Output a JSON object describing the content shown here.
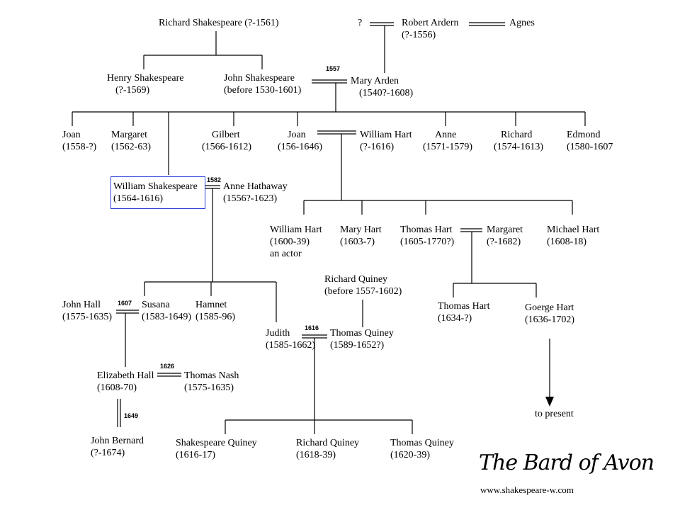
{
  "people": {
    "richard_shakespeare": {
      "name": "Richard Shakespeare (?-1561)",
      "dates": ""
    },
    "unknown": {
      "name": "?",
      "dates": ""
    },
    "robert_arden": {
      "name": "Robert Ardern",
      "dates": "(?-1556)"
    },
    "agnes": {
      "name": "Agnes",
      "dates": ""
    },
    "henry_shakespeare": {
      "name": "Henry Shakespeare",
      "dates": "(?-1569)"
    },
    "john_shakespeare": {
      "name": "John Shakespeare",
      "dates": "(before 1530-1601)"
    },
    "mary_arden": {
      "name": "Mary Arden",
      "dates": "(1540?-1608)"
    },
    "joan_1": {
      "name": "Joan",
      "dates": "(1558-?)"
    },
    "margaret_1": {
      "name": "Margaret",
      "dates": "(1562-63)"
    },
    "gilbert": {
      "name": "Gilbert",
      "dates": "(1566-1612)"
    },
    "joan_2": {
      "name": "Joan",
      "dates": "(156-1646)"
    },
    "william_hart": {
      "name": "William Hart",
      "dates": "(?-1616)"
    },
    "anne": {
      "name": "Anne",
      "dates": "(1571-1579)"
    },
    "richard": {
      "name": "Richard",
      "dates": "(1574-1613)"
    },
    "edmond": {
      "name": "Edmond",
      "dates": "(1580-1607"
    },
    "william_shakespeare": {
      "name": "William  Shakespeare",
      "dates": "(1564-1616)"
    },
    "anne_hathaway": {
      "name": "Anne Hathaway",
      "dates": "(1556?-1623)"
    },
    "william_hart_jr": {
      "name": "William Hart",
      "dates": "(1600-39)",
      "note": "an actor"
    },
    "mary_hart": {
      "name": "Mary Hart",
      "dates": "(1603-7)"
    },
    "thomas_hart": {
      "name": "Thomas Hart",
      "dates": "(1605-1770?)"
    },
    "margaret_2": {
      "name": "Margaret",
      "dates": "(?-1682)"
    },
    "michael_hart": {
      "name": "Michael Hart",
      "dates": "(1608-18)"
    },
    "richard_quiney": {
      "name": "Richard Quiney",
      "dates": "(before 1557-1602)"
    },
    "john_hall": {
      "name": "John Hall",
      "dates": "(1575-1635)"
    },
    "susana": {
      "name": "Susana",
      "dates": "(1583-1649)"
    },
    "hamnet": {
      "name": "Hamnet",
      "dates": "(1585-96)"
    },
    "judith": {
      "name": "Judith",
      "dates": "(1585-1662)"
    },
    "thomas_quiney": {
      "name": "Thomas Quiney",
      "dates": "(1589-1652?)"
    },
    "thomas_hart_jr": {
      "name": "Thomas Hart",
      "dates": "(1634-?)"
    },
    "goerge_hart": {
      "name": "Goerge Hart",
      "dates": "(1636-1702)"
    },
    "elizabeth_hall": {
      "name": "Elizabeth Hall",
      "dates": "(1608-70)"
    },
    "thomas_nash": {
      "name": "Thomas Nash",
      "dates": "(1575-1635)"
    },
    "john_bernard": {
      "name": "John Bernard",
      "dates": "(?-1674)"
    },
    "shakespeare_quiney": {
      "name": "Shakespeare Quiney",
      "dates": "(1616-17)"
    },
    "richard_quiney_jr": {
      "name": "Richard Quiney",
      "dates": "(1618-39)"
    },
    "thomas_quiney_jr": {
      "name": "Thomas Quiney",
      "dates": "(1620-39)"
    }
  },
  "marriage_years": {
    "john_mary": "1557",
    "william_anne": "1582",
    "hall_susana": "1607",
    "judith_quiney": "1616",
    "elizabeth_nash": "1626",
    "elizabeth_bernard": "1649"
  },
  "to_present": "to present",
  "logo": {
    "title": "The Bard of Avon",
    "url": "www.shakespeare-w.com"
  },
  "colors": {
    "line": "#000000",
    "highlight": "#2b3fd8"
  }
}
